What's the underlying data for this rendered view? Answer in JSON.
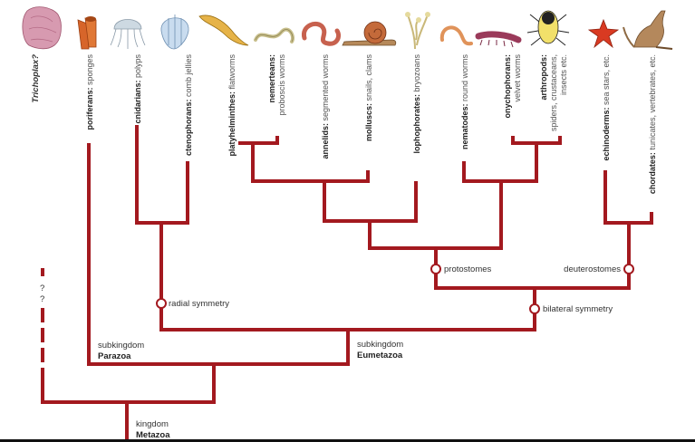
{
  "taxa": [
    {
      "bold": "Trichoplax?",
      "rest": "",
      "italic": true
    },
    {
      "bold": "poriferans:",
      "rest": " sponges"
    },
    {
      "bold": "cnidarians:",
      "rest": " polyps"
    },
    {
      "bold": "ctenophorans:",
      "rest": " comb jellies"
    },
    {
      "bold": "platyhelminthes:",
      "rest": " flatworms"
    },
    {
      "bold": "nemerteans:",
      "rest": "",
      "line2": "proboscis worms"
    },
    {
      "bold": "annelids:",
      "rest": " segmented worms"
    },
    {
      "bold": "molluscs:",
      "rest": " snails, clams"
    },
    {
      "bold": "lophophorates:",
      "rest": " bryozoans"
    },
    {
      "bold": "nematodes:",
      "rest": " round worms"
    },
    {
      "bold": "onychophorans:",
      "rest": "",
      "line2": "velvet worms"
    },
    {
      "bold": "arthropods:",
      "rest": "",
      "line2": "spiders, crustaceans,",
      "line3": "insects etc."
    },
    {
      "bold": "echinoderms:",
      "rest": " sea stars, etc."
    },
    {
      "bold": "chordates:",
      "rest": " tunicates, vertebrates, etc."
    }
  ],
  "nodes": {
    "protostomes": "protostomes",
    "deuterostomes": "deuterostomes",
    "radial": "radial symmetry",
    "bilateral": "bilateral symmetry"
  },
  "groups": {
    "parazoa_1": "subkingdom",
    "parazoa_2": "Parazoa",
    "eumetazoa_1": "subkingdom",
    "eumetazoa_2": "Eumetazoa",
    "metazoa_1": "kingdom",
    "metazoa_2": "Metazoa"
  },
  "uncertain_marks": [
    "?",
    "?"
  ],
  "colors": {
    "branch": "#a3191f",
    "text": "#333333"
  },
  "icons": [
    "trichoplax-icon",
    "sponge-icon",
    "polyp-icon",
    "comb-jelly-icon",
    "flatworm-icon",
    "proboscis-worm-icon",
    "segmented-worm-icon",
    "snail-icon",
    "bryozoan-icon",
    "roundworm-icon",
    "velvet-worm-icon",
    "beetle-icon",
    "sea-star-icon",
    "kangaroo-icon"
  ]
}
